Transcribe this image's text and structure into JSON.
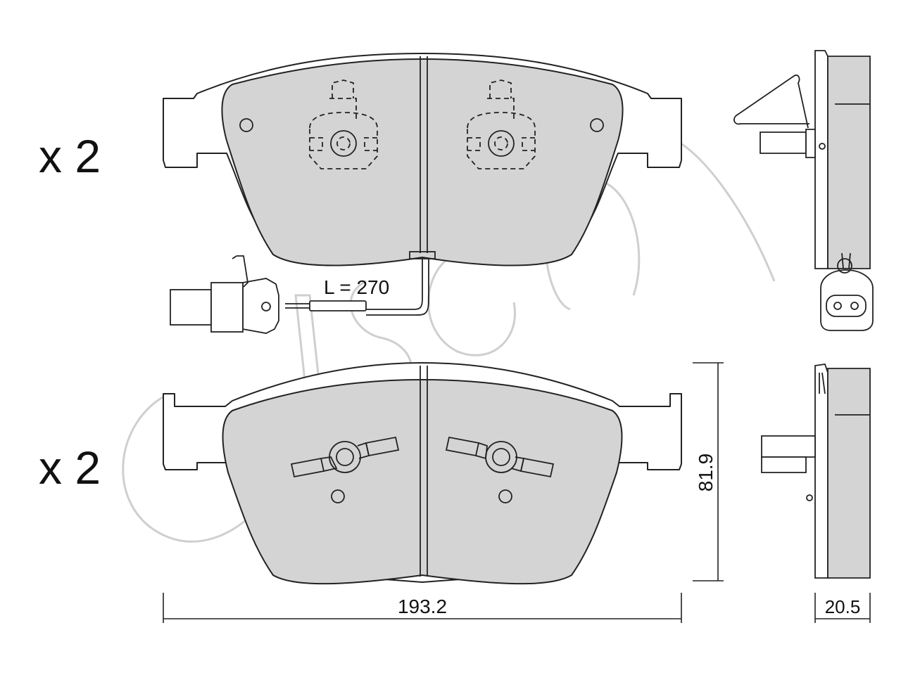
{
  "quantity_top": "x 2",
  "quantity_bottom": "x 2",
  "wire_length": "L = 270",
  "dim_width": "193.2",
  "dim_height": "81.9",
  "dim_thickness": "20.5",
  "colors": {
    "pad_fill": "#d4d4d4",
    "line": "#222222",
    "watermark": "#cfcfcf"
  }
}
